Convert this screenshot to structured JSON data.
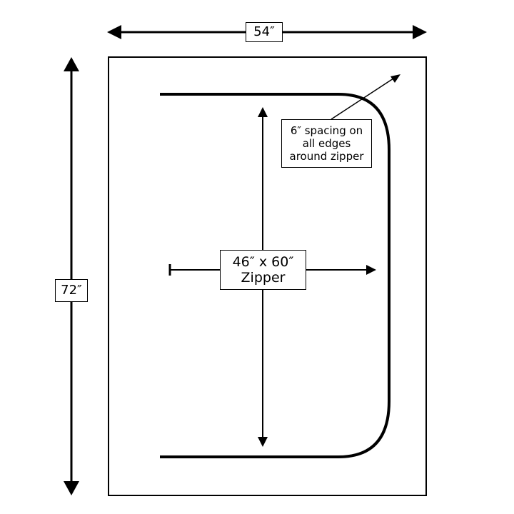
{
  "diagram": {
    "width_dimension": "54″",
    "height_dimension": "72″",
    "zipper_label": {
      "line1": "46″ x 60″",
      "line2": "Zipper"
    },
    "spacing_note": {
      "line1": "6″ spacing on",
      "line2": "all edges",
      "line3": "around zipper"
    }
  }
}
